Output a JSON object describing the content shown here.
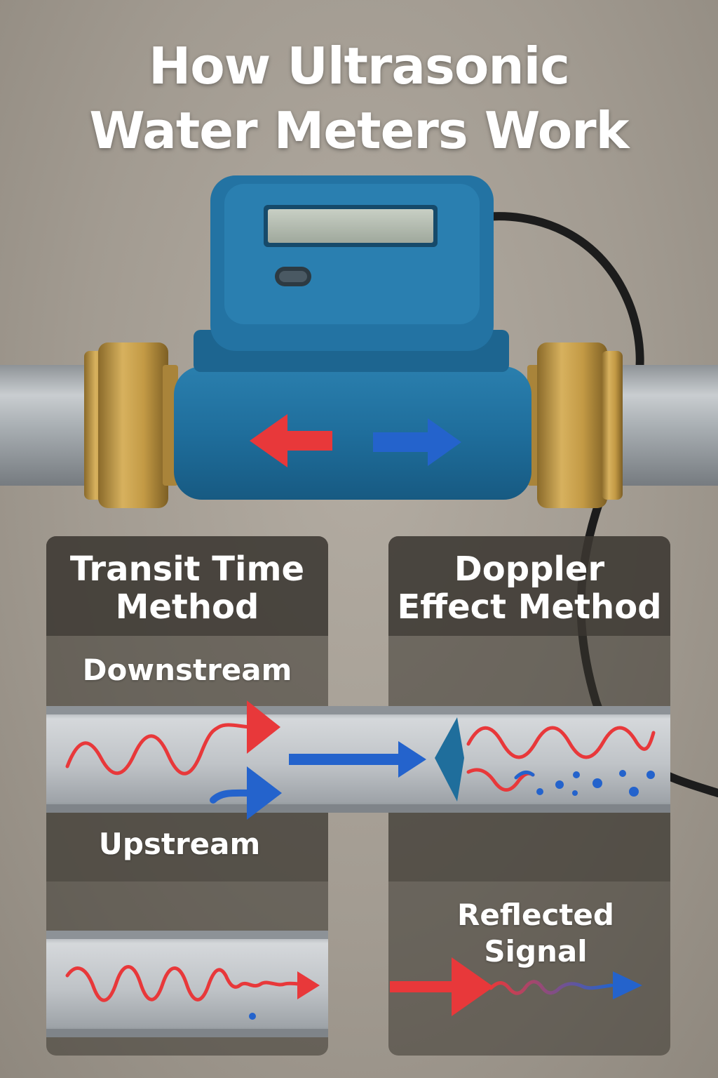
{
  "title": {
    "line1": "How Ultrasonic",
    "line2": "Water Meters Work"
  },
  "transit_panel": {
    "title_line1": "Transit Time",
    "title_line2": "Method",
    "downstream_label": "Downstream",
    "upstream_label": "Upstream"
  },
  "doppler_panel": {
    "title_line1": "Doppler",
    "title_line2": "Effect Method",
    "reflected_label_line1": "Reflected",
    "reflected_label_line2": "Signal"
  },
  "colors": {
    "meter_body": "#1f6e9c",
    "brass": "#b8923f",
    "signal_red": "#e8383a",
    "signal_blue": "#2463cc",
    "pipe": "#b9bec3"
  }
}
